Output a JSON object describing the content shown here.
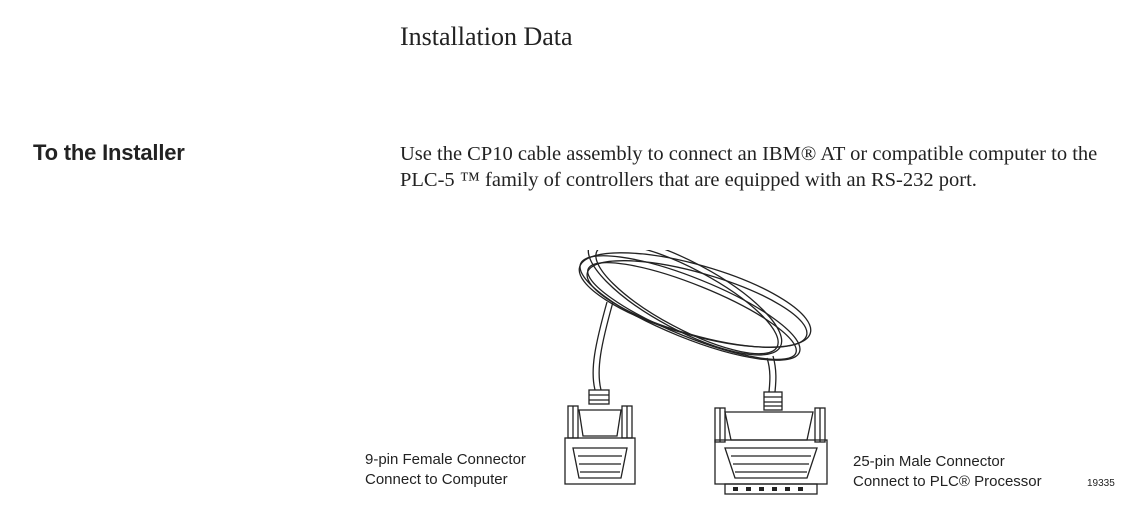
{
  "page": {
    "title": "Installation Data",
    "section_heading": "To the Installer",
    "intro_text": "Use the CP10 cable assembly to connect an IBM® AT or compatible computer to the PLC-5 ™ family of controllers that are equipped with an RS-232 port."
  },
  "figure": {
    "left_caption": {
      "line1": "9-pin Female Connector",
      "line2": "Connect to Computer"
    },
    "right_caption": {
      "line1": "25-pin Male Connector",
      "line2": "Connect to PLC® Processor"
    },
    "figure_number": "19335"
  }
}
